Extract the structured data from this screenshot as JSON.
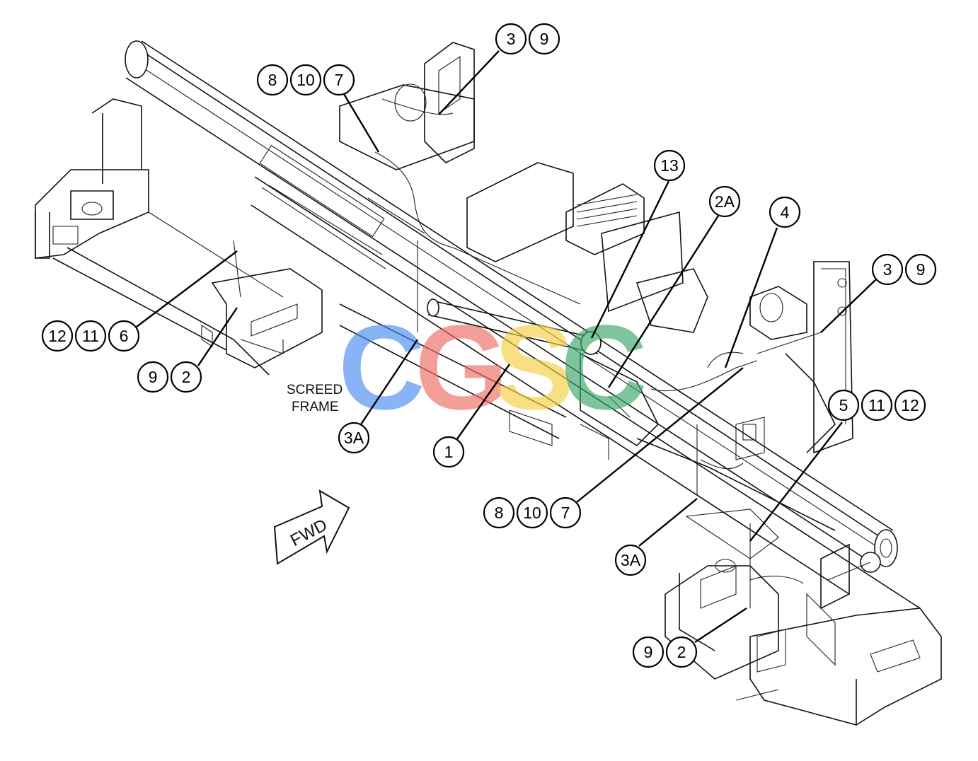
{
  "diagram": {
    "callout_groups": [
      {
        "id": "g-top-810-7",
        "numbers": [
          "8",
          "10",
          "7"
        ]
      },
      {
        "id": "g-top-3-9",
        "numbers": [
          "3",
          "9"
        ]
      },
      {
        "id": "g-13",
        "numbers": [
          "13"
        ]
      },
      {
        "id": "g-2a",
        "numbers": [
          "2A"
        ]
      },
      {
        "id": "g-4",
        "numbers": [
          "4"
        ]
      },
      {
        "id": "g-right-3-9",
        "numbers": [
          "3",
          "9"
        ]
      },
      {
        "id": "g-12-11-6",
        "numbers": [
          "12",
          "11",
          "6"
        ]
      },
      {
        "id": "g-left-9-2",
        "numbers": [
          "9",
          "2"
        ]
      },
      {
        "id": "g-3a-left",
        "numbers": [
          "3A"
        ]
      },
      {
        "id": "g-1",
        "numbers": [
          "1"
        ]
      },
      {
        "id": "g-5-11-12",
        "numbers": [
          "5",
          "11",
          "12"
        ]
      },
      {
        "id": "g-bottom-8-10-7",
        "numbers": [
          "8",
          "10",
          "7"
        ]
      },
      {
        "id": "g-3a-right",
        "numbers": [
          "3A"
        ]
      },
      {
        "id": "g-bottom-9-2",
        "numbers": [
          "9",
          "2"
        ]
      }
    ],
    "labels": {
      "screed_line1": "SCREED",
      "screed_line2": "FRAME",
      "fwd": "FWD"
    },
    "watermark": {
      "letters": [
        "C",
        "G",
        "S",
        "C"
      ],
      "colors": [
        "#4a8bef",
        "#ee6b62",
        "#f5cf43",
        "#3aa56a"
      ]
    }
  }
}
